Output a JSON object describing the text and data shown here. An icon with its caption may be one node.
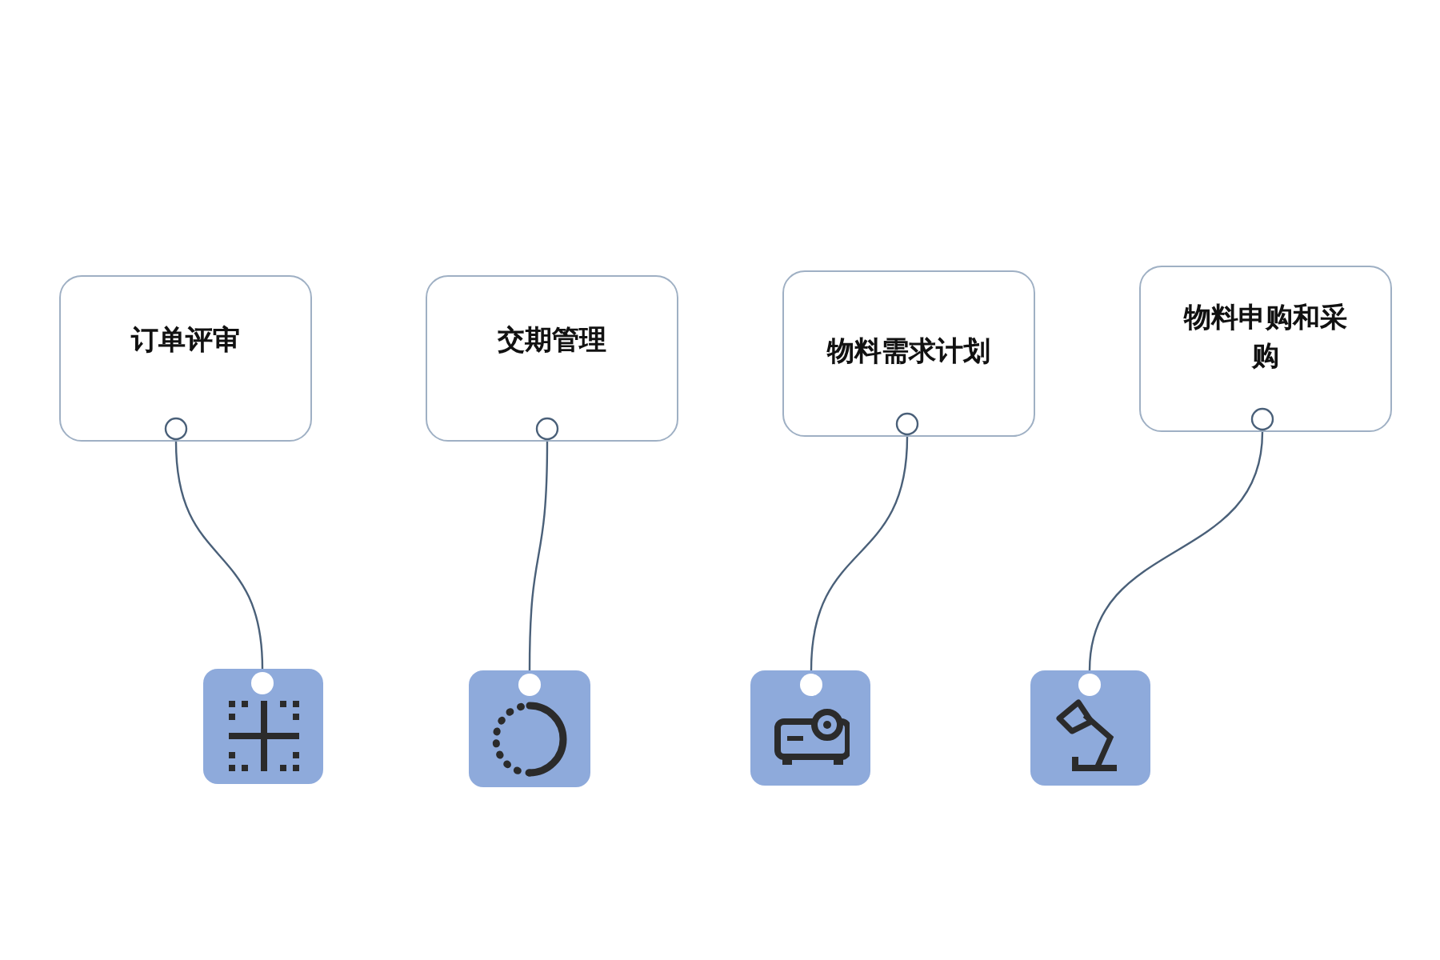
{
  "diagram": {
    "nodes": [
      {
        "text": [
          "订单评审"
        ]
      },
      {
        "text": [
          "交期管理"
        ]
      },
      {
        "text": [
          "物料需求计划"
        ]
      },
      {
        "text": [
          "物料申购和采购"
        ]
      },
      {
        "text": [],
        "shape": "picture"
      },
      {
        "text": [],
        "shape": "picture"
      },
      {
        "text": [],
        "shape": "picture"
      },
      {
        "text": [],
        "shape": "picture"
      }
    ],
    "edges": [
      {
        "from": 0,
        "to": 4,
        "arrow": "other"
      },
      {
        "from": 1,
        "to": 5,
        "arrow": "other"
      },
      {
        "from": 2,
        "to": 6,
        "arrow": "other"
      },
      {
        "from": 3,
        "to": 7,
        "arrow": "other"
      }
    ]
  }
}
